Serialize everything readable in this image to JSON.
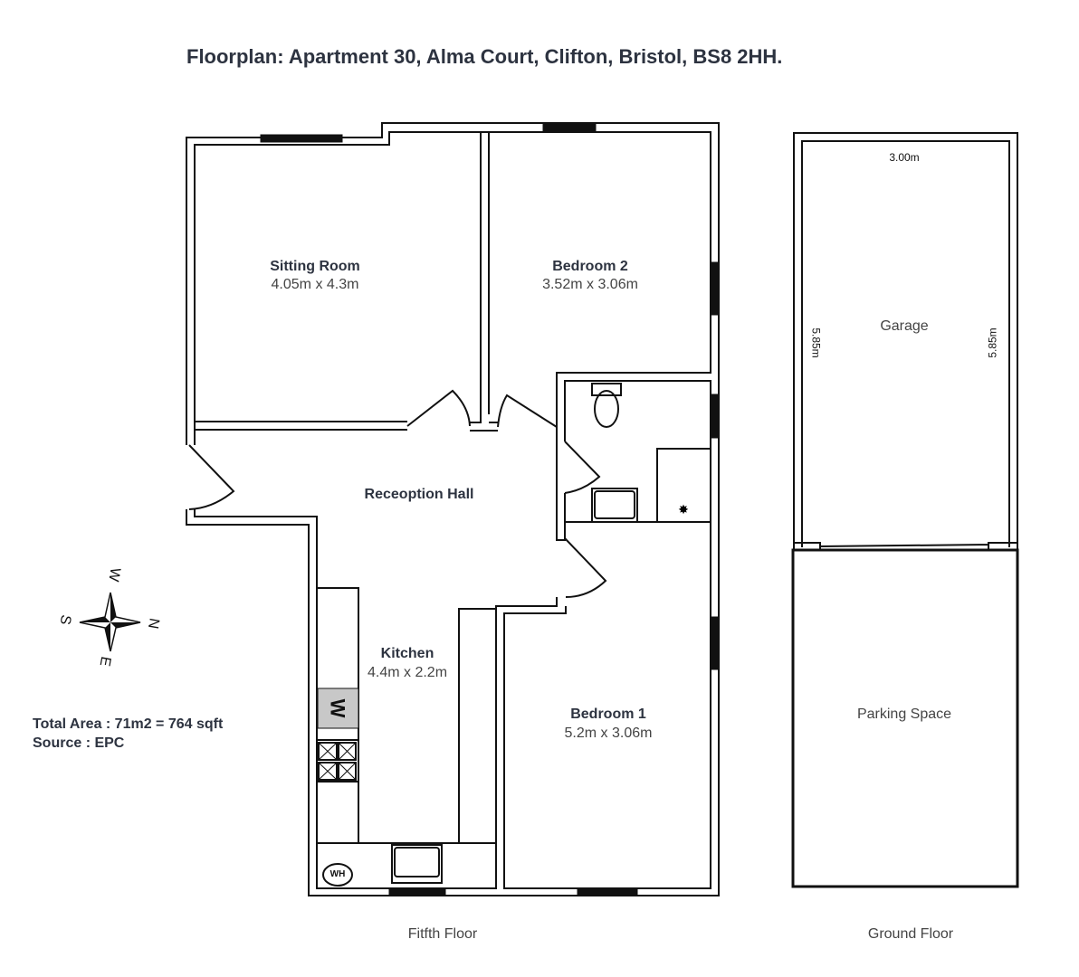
{
  "title": "Floorplan: Apartment 30, Alma Court, Clifton, Bristol, BS8 2HH.",
  "rooms": {
    "sitting": {
      "name": "Sitting Room",
      "dims": "4.05m x 4.3m"
    },
    "bedroom2": {
      "name": "Bedroom 2",
      "dims": "3.52m x 3.06m"
    },
    "hall": {
      "name": "Receoption Hall"
    },
    "kitchen": {
      "name": "Kitchen",
      "dims": "4.4m x 2.2m"
    },
    "bedroom1": {
      "name": "Bedroom 1",
      "dims": "5.2m x 3.06m"
    },
    "garage": {
      "name": "Garage",
      "width": "3.00m",
      "length_left": "5.85m",
      "length_right": "5.85m"
    },
    "parking": {
      "name": "Parking Space"
    }
  },
  "fixtures": {
    "washer": "W",
    "water_heater": "WH"
  },
  "compass": {
    "n": "N",
    "s": "S",
    "e": "E",
    "w": "W"
  },
  "info": {
    "area": "Total Area : 71m2 = 764 sqft",
    "source": "Source : EPC"
  },
  "floors": {
    "fifth": "Fitfth Floor",
    "ground": "Ground Floor"
  }
}
